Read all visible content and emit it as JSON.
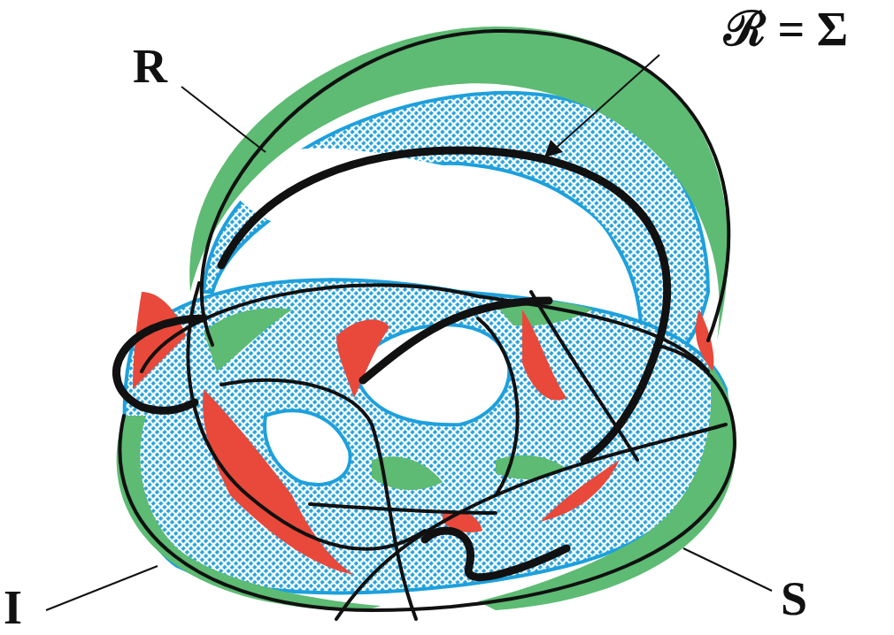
{
  "diagram": {
    "labels": [
      "R",
      "ℛ = Σ",
      "I",
      "S"
    ]
  }
}
